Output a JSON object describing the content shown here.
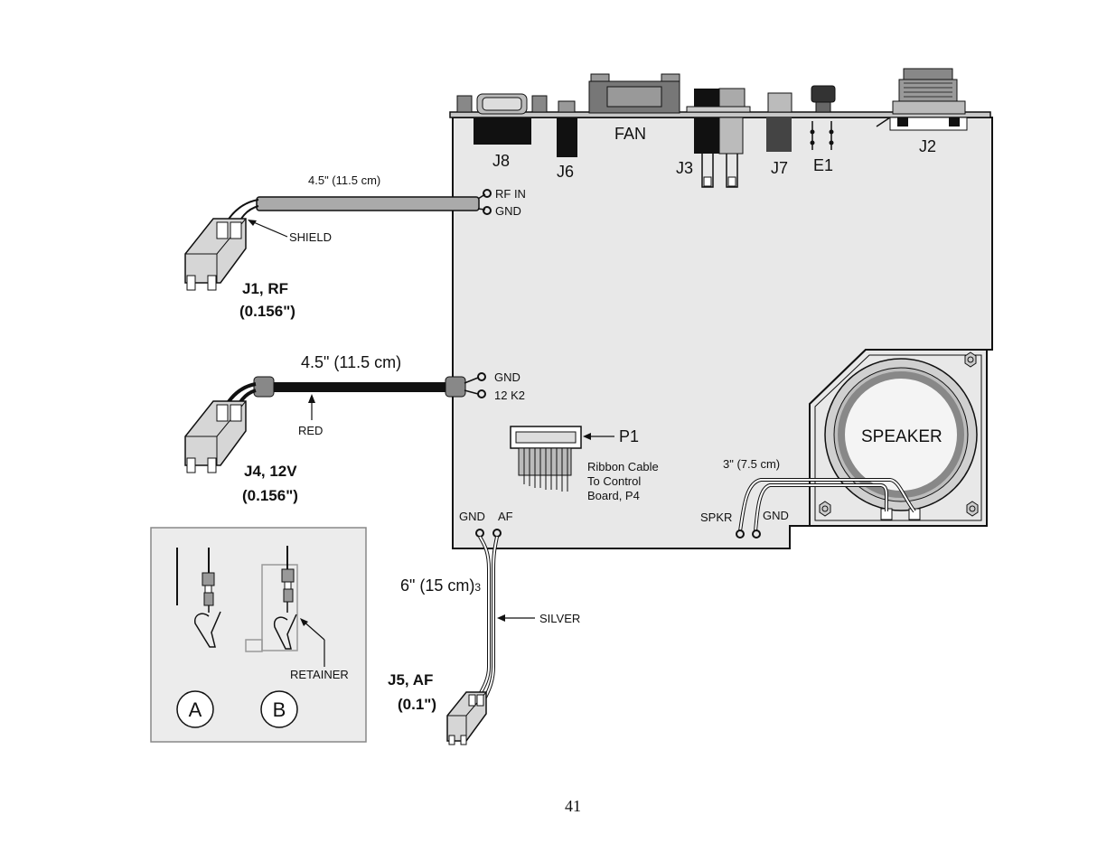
{
  "board": {
    "connectors": {
      "j8": "J8",
      "j6": "J6",
      "fan": "FAN",
      "j3": "J3",
      "j7": "J7",
      "e1": "E1",
      "j2": "J2",
      "p1": "P1"
    },
    "rf_in": "RF IN",
    "gnd": "GND",
    "k2": "12 K2",
    "af": "AF",
    "spkr": "SPKR",
    "speaker": "SPEAKER",
    "ribbon": [
      "Ribbon Cable",
      "To Control",
      "Board, P4"
    ]
  },
  "cables": {
    "j1": {
      "length": "4.5\" (11.5 cm)",
      "callout": "SHIELD",
      "name": "J1, RF",
      "size": "(0.156\")"
    },
    "j4": {
      "length": "4.5\" (11.5 cm)",
      "callout": "RED",
      "name": "J4, 12V",
      "size": "(0.156\")"
    },
    "j5": {
      "length": "6\" (15 cm)",
      "length_suffix": "3",
      "callout": "SILVER",
      "name": "J5, AF",
      "size": "(0.1\")"
    },
    "speaker": {
      "length": "3\" (7.5 cm)"
    }
  },
  "inset": {
    "retainer": "RETAINER",
    "a": "A",
    "b": "B"
  },
  "page_number": "41"
}
